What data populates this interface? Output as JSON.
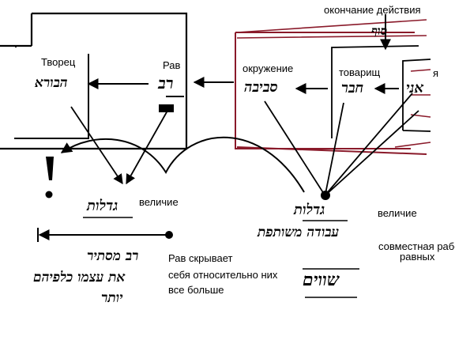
{
  "labels": {
    "end_of_action": "окончание действия",
    "creator": "Творец",
    "rav": "Рав",
    "environment": "окружение",
    "friend": "товарищ",
    "me": "я",
    "greatness_left": "величие",
    "greatness_right": "величие",
    "joint_work_line1": "совместная работа",
    "joint_work_line2": "равных",
    "rav_hides_line1": "Рав скрывает",
    "rav_hides_line2": "себя относительно них",
    "rav_hides_line3": "все больше"
  },
  "hebrew": {
    "boreh": "הבורא",
    "rav": "רב",
    "sviva": "סביבה",
    "chaver": "חבר",
    "ani": "אני",
    "sof": "סוף",
    "gadlut_left": "גדלות",
    "gadlut_right": "גדלות",
    "avoda": "עבודה משותפת",
    "shavim": "שווים",
    "note_line1": "רב מסתיר",
    "note_line2": "את עצמו כלפיהם",
    "note_line3": "יותר"
  },
  "colors": {
    "ink": "#000000",
    "accent_red": "#8a1a2a"
  }
}
